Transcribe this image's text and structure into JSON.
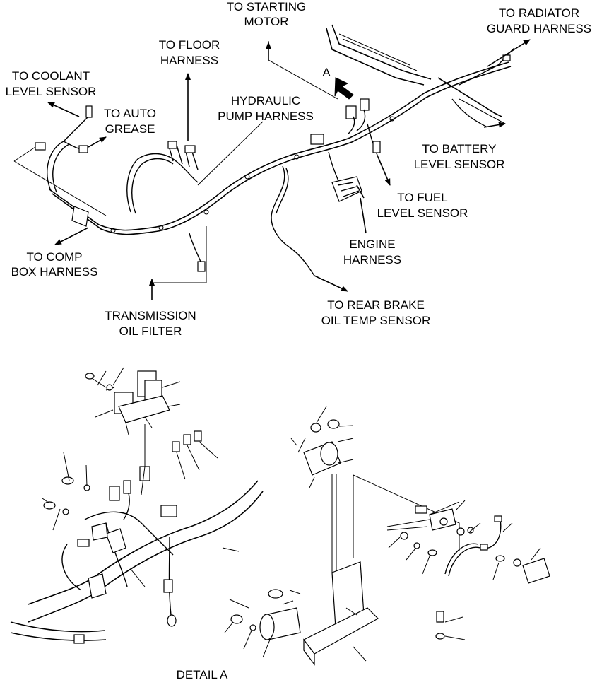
{
  "labels": {
    "to_starting_motor_1": "TO STARTING",
    "to_starting_motor_2": "MOTOR",
    "to_radiator_1": "TO RADIATOR",
    "to_radiator_2": "GUARD HARNESS",
    "to_floor_1": "TO FLOOR",
    "to_floor_2": "HARNESS",
    "to_coolant_1": "TO COOLANT",
    "to_coolant_2": "LEVEL SENSOR",
    "hydraulic_1": "HYDRAULIC",
    "hydraulic_2": "PUMP HARNESS",
    "to_auto_1": "TO AUTO",
    "to_auto_2": "GREASE",
    "to_battery_1": "TO BATTERY",
    "to_battery_2": "LEVEL SENSOR",
    "to_fuel_1": "TO FUEL",
    "to_fuel_2": "LEVEL SENSOR",
    "engine_1": "ENGINE",
    "engine_2": "HARNESS",
    "to_comp_1": "TO COMP",
    "to_comp_2": "BOX HARNESS",
    "transmission_1": "TRANSMISSION",
    "transmission_2": "OIL FILTER",
    "to_rear_brake_1": "TO REAR BRAKE",
    "to_rear_brake_2": "OIL TEMP SENSOR",
    "view_marker": "A",
    "detail": "DETAIL A"
  },
  "icons": {
    "view_arrow": "view-arrow-icon"
  }
}
